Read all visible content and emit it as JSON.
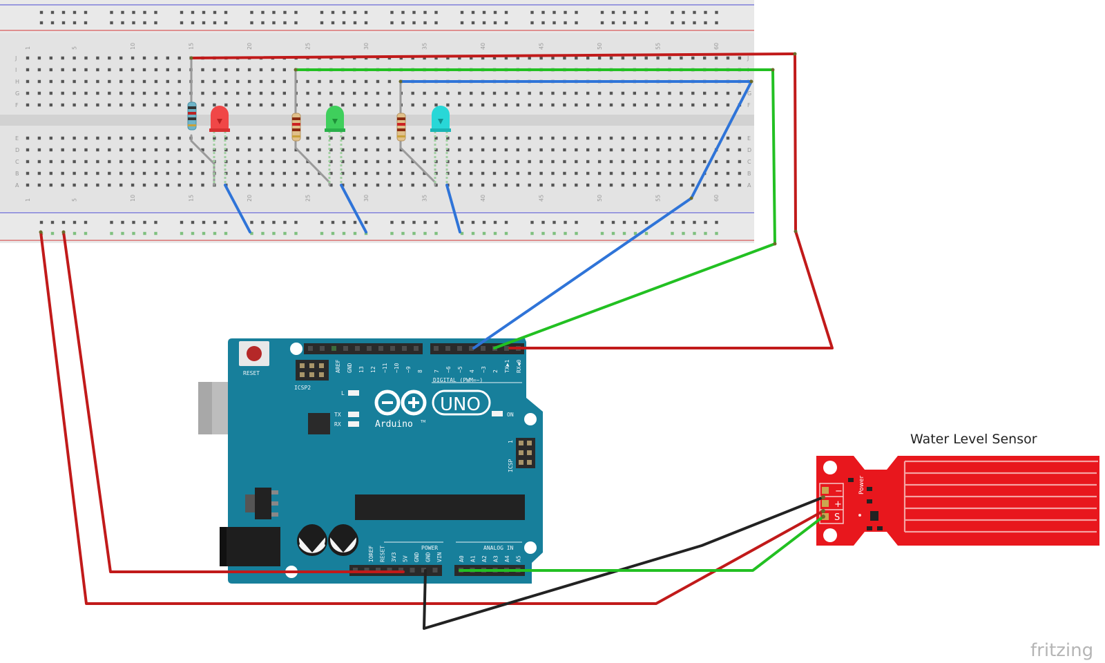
{
  "breadboard": {
    "row_letters_top": [
      "J",
      "I",
      "H",
      "G",
      "F"
    ],
    "row_letters_bottom": [
      "E",
      "D",
      "C",
      "B",
      "A"
    ],
    "column_numbers": [
      "1",
      "5",
      "10",
      "15",
      "20",
      "25",
      "30",
      "35",
      "40",
      "45",
      "50",
      "55",
      "60"
    ]
  },
  "arduino": {
    "reset_label": "RESET",
    "icsp2_label": "ICSP2",
    "icsp_label": "ICSP",
    "logo_text": "UNO",
    "brand_text": "Arduino",
    "trademark": "TM",
    "digital_label": "DIGITAL (PWM=~)",
    "l_label": "L",
    "tx_label": "TX",
    "rx_label": "RX",
    "on_label": "ON",
    "power_label": "POWER",
    "analog_label": "ANALOG IN",
    "digital_pins": [
      "AREF",
      "GND",
      "13",
      "12",
      "~11",
      "~10",
      "~9",
      "8",
      "7",
      "~6",
      "~5",
      "4",
      "~3",
      "2",
      "TX▶1",
      "RX◀0"
    ],
    "power_pins": [
      "IOREF",
      "RESET",
      "3V3",
      "5V",
      "GND",
      "GND",
      "VIN"
    ],
    "analog_pins": [
      "A0",
      "A1",
      "A2",
      "A3",
      "A4",
      "A5"
    ],
    "icsp_pin_1": "1"
  },
  "sensor": {
    "title": "Water Level Sensor",
    "power_label": "Power",
    "pin_labels": [
      "−",
      "+",
      "S"
    ]
  },
  "watermark": "fritzing",
  "colors": {
    "wire_red": "#c11a1a",
    "wire_green": "#22c022",
    "wire_blue": "#2f74d8",
    "wire_black": "#222222",
    "arduino_board": "#177f9b",
    "sensor_board": "#e8171d",
    "breadboard": "#e2e2e2"
  }
}
